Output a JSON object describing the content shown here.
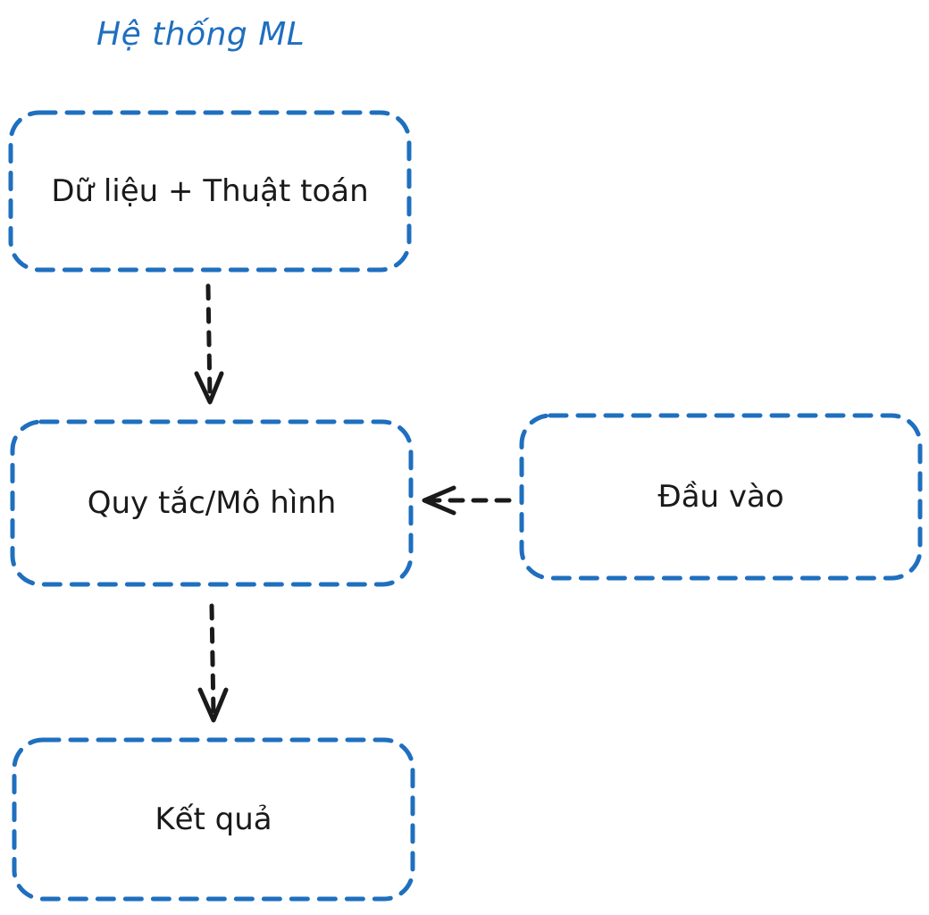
{
  "diagram": {
    "title": "Hệ thống ML",
    "nodes": {
      "data_algorithm": "Dữ liệu + Thuật toán",
      "rules_model": "Quy tắc/Mô hình",
      "input": "Đầu vào",
      "result": "Kết quả"
    }
  },
  "colors": {
    "title": "#1f6fbf",
    "box_border": "#1f6fbf",
    "arrow": "#1a1a1a",
    "text": "#1a1a1a",
    "background": "#ffffff"
  }
}
